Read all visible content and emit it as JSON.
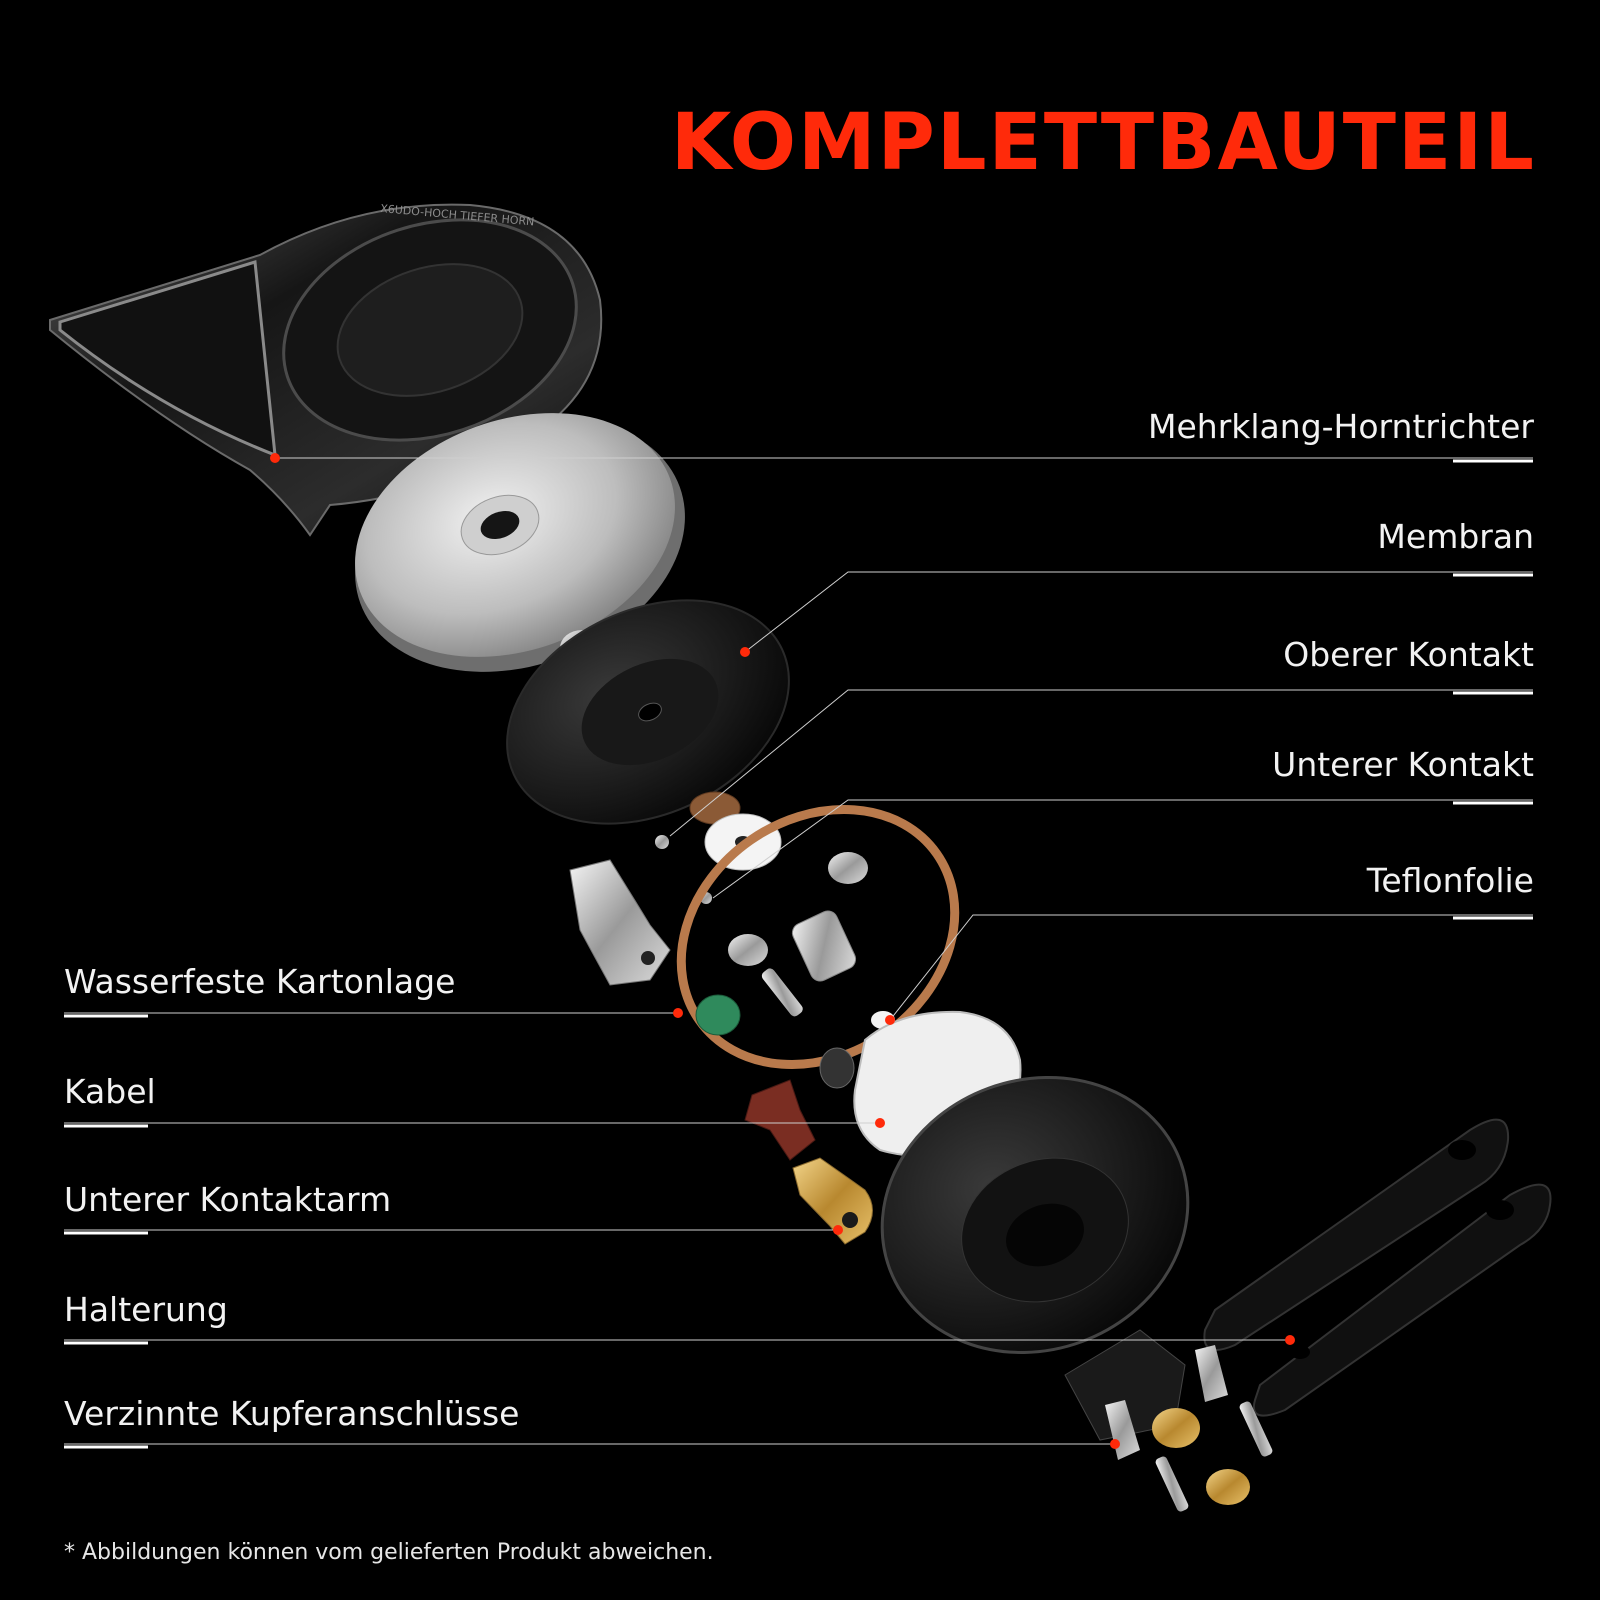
{
  "title": "KOMPLETTBAUTEIL",
  "accent_color": "#ff2a0a",
  "labels_right": [
    "Mehrklang-Horntrichter",
    "Membran",
    "Oberer Kontakt",
    "Unterer Kontakt",
    "Teflonfolie"
  ],
  "labels_left": [
    "Wasserfeste Kartonlage",
    "Kabel",
    "Unterer Kontaktarm",
    "Halterung",
    "Verzinnte Kupferanschlüsse"
  ],
  "footnote": "* Abbildungen können vom gelieferten Produkt abweichen.",
  "housing_text": "X6UDO-HOCH TIEFER HORN"
}
